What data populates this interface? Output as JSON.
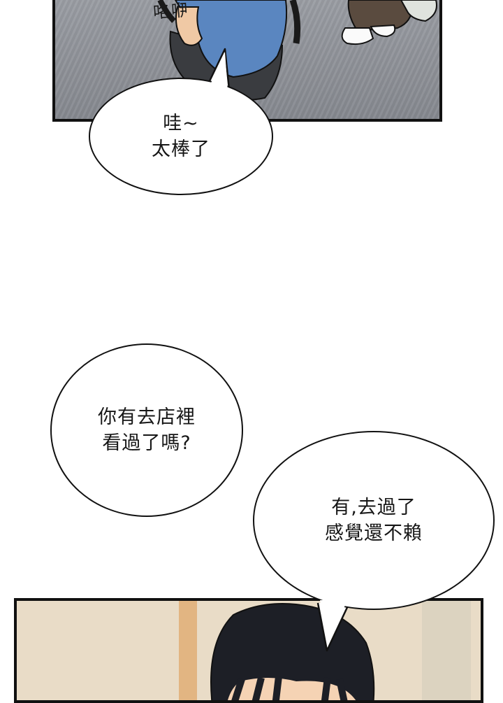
{
  "panels": {
    "top": {
      "sound_effect": "咯咿"
    },
    "bottom": {}
  },
  "bubbles": [
    {
      "lines": [
        "哇~",
        "太棒了"
      ]
    },
    {
      "lines": [
        "你有去店裡",
        "看過了嗎?"
      ]
    },
    {
      "lines": [
        "有,去過了",
        "感覺還不賴"
      ]
    }
  ],
  "colors": {
    "floor": "#8c8f96",
    "shirt": "#5a86c0",
    "pants": "#3a3c40",
    "hair": "#1d1f26",
    "wall": "#e9dcc7",
    "outline": "#111111"
  }
}
